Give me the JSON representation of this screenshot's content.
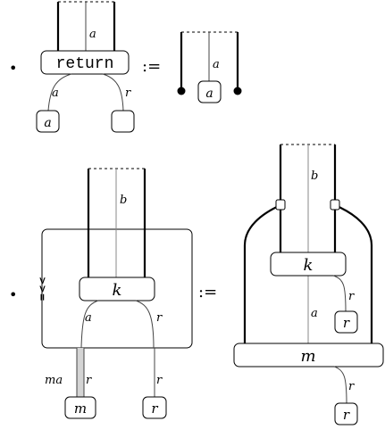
{
  "rule1": {
    "bullet": "•",
    "box_label": "return",
    "wire_a_top": "a",
    "wire_a_left": "a",
    "wire_r_right": "r",
    "leaf_a": "a",
    "defined_as": ":=",
    "rhs_wire_a": "a",
    "rhs_box_a": "a"
  },
  "rule2": {
    "bullet": "•",
    "bind_symbol": ">>=",
    "wire_b": "b",
    "box_k": "k",
    "wire_a": "a",
    "wire_r": "r",
    "wire_ma": "ma",
    "wire_r_left_bottom": "r",
    "wire_r_right_bottom": "r",
    "leaf_m": "m",
    "leaf_r": "r",
    "defined_as": ":=",
    "rhs_wire_b": "b",
    "rhs_box_k": "k",
    "rhs_wire_r": "r",
    "rhs_leaf_r": "r",
    "rhs_wire_a": "a",
    "rhs_box_m": "m",
    "rhs_wire_r_bottom": "r",
    "rhs_leaf_r_bottom": "r"
  }
}
